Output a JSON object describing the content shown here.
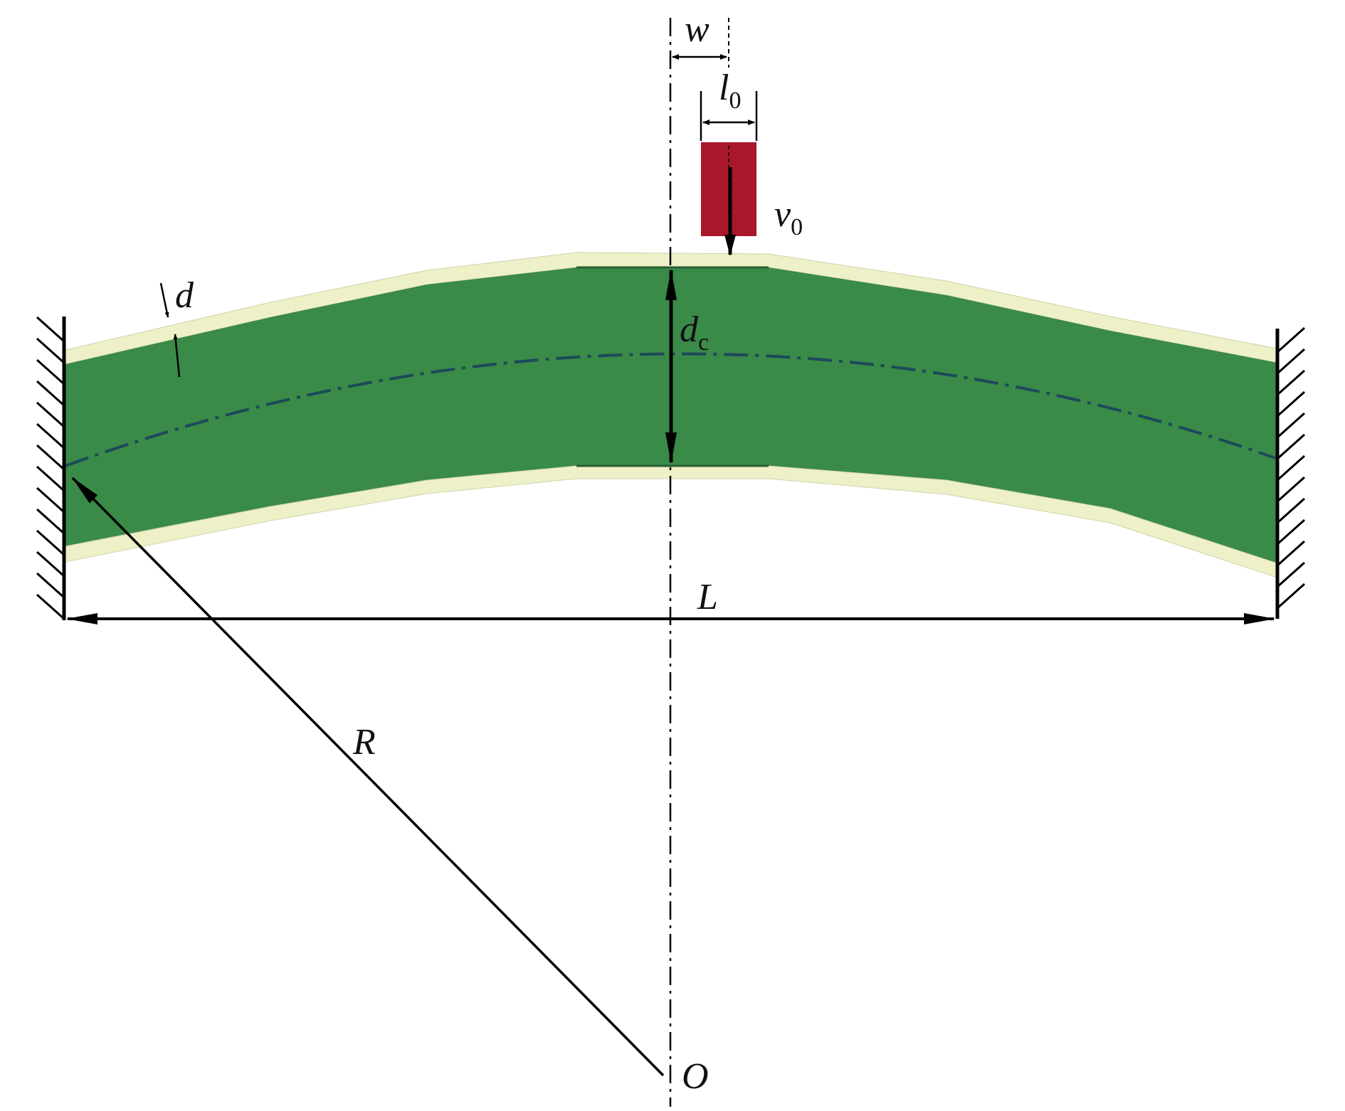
{
  "labels": {
    "w": "w",
    "l0_main": "l",
    "l0_sub": "0",
    "v0_main": "v",
    "v0_sub": "0",
    "d": "d",
    "dc_main": "d",
    "dc_sub": "c",
    "L": "L",
    "R": "R",
    "O": "O"
  },
  "colors": {
    "core": "#3a8a48",
    "face_sheet": "#eef0c8",
    "projectile": "#a8182a",
    "line": "#000000",
    "mid_plane": "#1d4a5a"
  }
}
